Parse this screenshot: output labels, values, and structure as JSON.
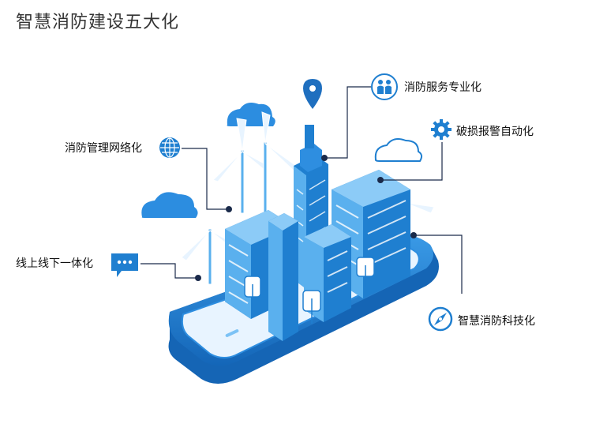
{
  "title": "智慧消防建设五大化",
  "items": [
    {
      "label": "消防服务专业化",
      "icon": "people-icon"
    },
    {
      "label": "破损报警自动化",
      "icon": "gear-icon"
    },
    {
      "label": "消防管理网络化",
      "icon": "globe-icon"
    },
    {
      "label": "线上线下一体化",
      "icon": "chat-icon"
    },
    {
      "label": "智慧消防科技化",
      "icon": "compass-icon"
    }
  ],
  "colors": {
    "primary": "#1f7fd0",
    "light": "#5ab0ee",
    "dark": "#0c4f96",
    "dot": "#1a2a4a"
  }
}
